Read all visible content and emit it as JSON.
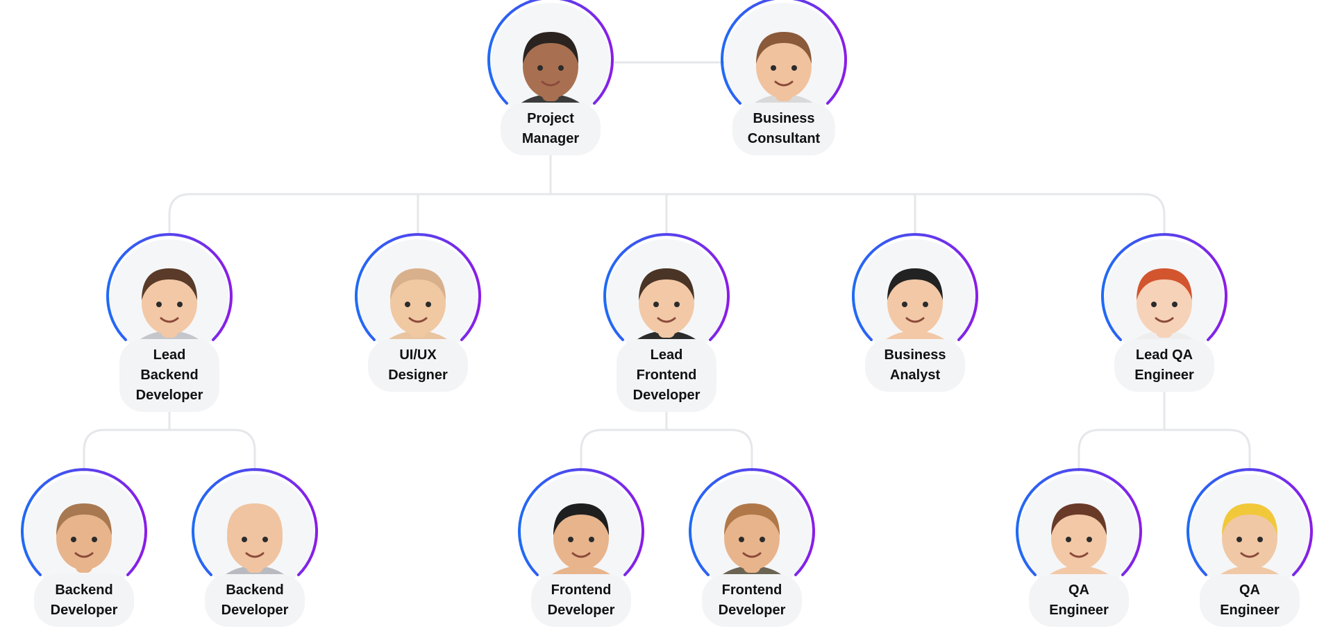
{
  "colors": {
    "ring_start": "#1f6bf5",
    "ring_end": "#8a1de6",
    "connector": "#e5e7eb",
    "label_bg": "#f3f4f6",
    "avatar_bg": "#f5f6f8"
  },
  "members": [
    {
      "id": "project-manager",
      "title": "Project\nManager",
      "icon": "memoji-woman-waving-glasses-icon",
      "palette": {
        "skin": "#a87050",
        "hair": "#2a2320",
        "shirt": "#3b3b3b"
      }
    },
    {
      "id": "business-consultant",
      "title": "Business\nConsultant",
      "icon": "memoji-woman-heart-hands-icon",
      "palette": {
        "skin": "#f0c29e",
        "hair": "#8a5a3a",
        "shirt": "#d9d9d9"
      }
    },
    {
      "id": "lead-backend-developer",
      "title": "Lead Backend\nDeveloper",
      "icon": "memoji-man-laptop-icon",
      "palette": {
        "skin": "#f2c8a6",
        "hair": "#5a3a28",
        "shirt": "#c4c6cc"
      }
    },
    {
      "id": "ui-ux-designer",
      "title": "UI/UX\nDesigner",
      "icon": "memoji-smiling-hands-cheeks-icon",
      "palette": {
        "skin": "#f0c8a2",
        "hair": "#d8b08c",
        "shirt": "#e8c4a0"
      }
    },
    {
      "id": "lead-frontend-developer",
      "title": "Lead Frontend\nDeveloper",
      "icon": "memoji-bearded-man-waving-icon",
      "palette": {
        "skin": "#f2c8a6",
        "hair": "#4a3426",
        "shirt": "#2c2c2c"
      }
    },
    {
      "id": "business-analyst",
      "title": "Business\nAnalyst",
      "icon": "memoji-man-glasses-thumbs-up-icon",
      "palette": {
        "skin": "#f2c8a6",
        "hair": "#222222",
        "shirt": "#f2c8a6"
      }
    },
    {
      "id": "lead-qa-engineer",
      "title": "Lead QA\nEngineer",
      "icon": "memoji-curly-red-hair-heart-icon",
      "palette": {
        "skin": "#f6d2b8",
        "hair": "#d2552e",
        "shirt": "#eeeeee"
      }
    },
    {
      "id": "backend-developer-1",
      "title": "Backend\nDeveloper",
      "icon": "memoji-woman-laughing-icon",
      "palette": {
        "skin": "#e8b48c",
        "hair": "#a87850",
        "shirt": "#f5f6f8"
      }
    },
    {
      "id": "backend-developer-2",
      "title": "Backend\nDeveloper",
      "icon": "memoji-bald-man-glasses-laptop-icon",
      "palette": {
        "skin": "#f0c4a0",
        "hair": "#f0c4a0",
        "shirt": "#b8bac0"
      }
    },
    {
      "id": "frontend-developer-1",
      "title": "Frontend\nDeveloper",
      "icon": "memoji-man-glasses-hands-cheeks-icon",
      "palette": {
        "skin": "#e8b48c",
        "hair": "#1e1e1e",
        "shirt": "#e8b48c"
      }
    },
    {
      "id": "frontend-developer-2",
      "title": "Frontend\nDeveloper",
      "icon": "memoji-woman-cap-icon",
      "palette": {
        "skin": "#e8b48c",
        "hair": "#b07848",
        "shirt": "#6b6452"
      }
    },
    {
      "id": "qa-engineer-1",
      "title": "QA\nEngineer",
      "icon": "memoji-man-winking-fingers-crossed-icon",
      "palette": {
        "skin": "#f2c8a6",
        "hair": "#6a3a28",
        "shirt": "#f2c8a6"
      }
    },
    {
      "id": "qa-engineer-2",
      "title": "QA\nEngineer",
      "icon": "memoji-blond-man-glasses-icon",
      "palette": {
        "skin": "#f0c8a6",
        "hair": "#f0c83a",
        "shirt": "#f0c8a6"
      }
    }
  ],
  "reports_to": {
    "project-manager": "",
    "business-consultant": "project-manager",
    "lead-backend-developer": "project-manager",
    "ui-ux-designer": "project-manager",
    "lead-frontend-developer": "project-manager",
    "business-analyst": "project-manager",
    "lead-qa-engineer": "project-manager",
    "backend-developer-1": "lead-backend-developer",
    "backend-developer-2": "lead-backend-developer",
    "frontend-developer-1": "lead-frontend-developer",
    "frontend-developer-2": "lead-frontend-developer",
    "qa-engineer-1": "lead-qa-engineer",
    "qa-engineer-2": "lead-qa-engineer"
  }
}
